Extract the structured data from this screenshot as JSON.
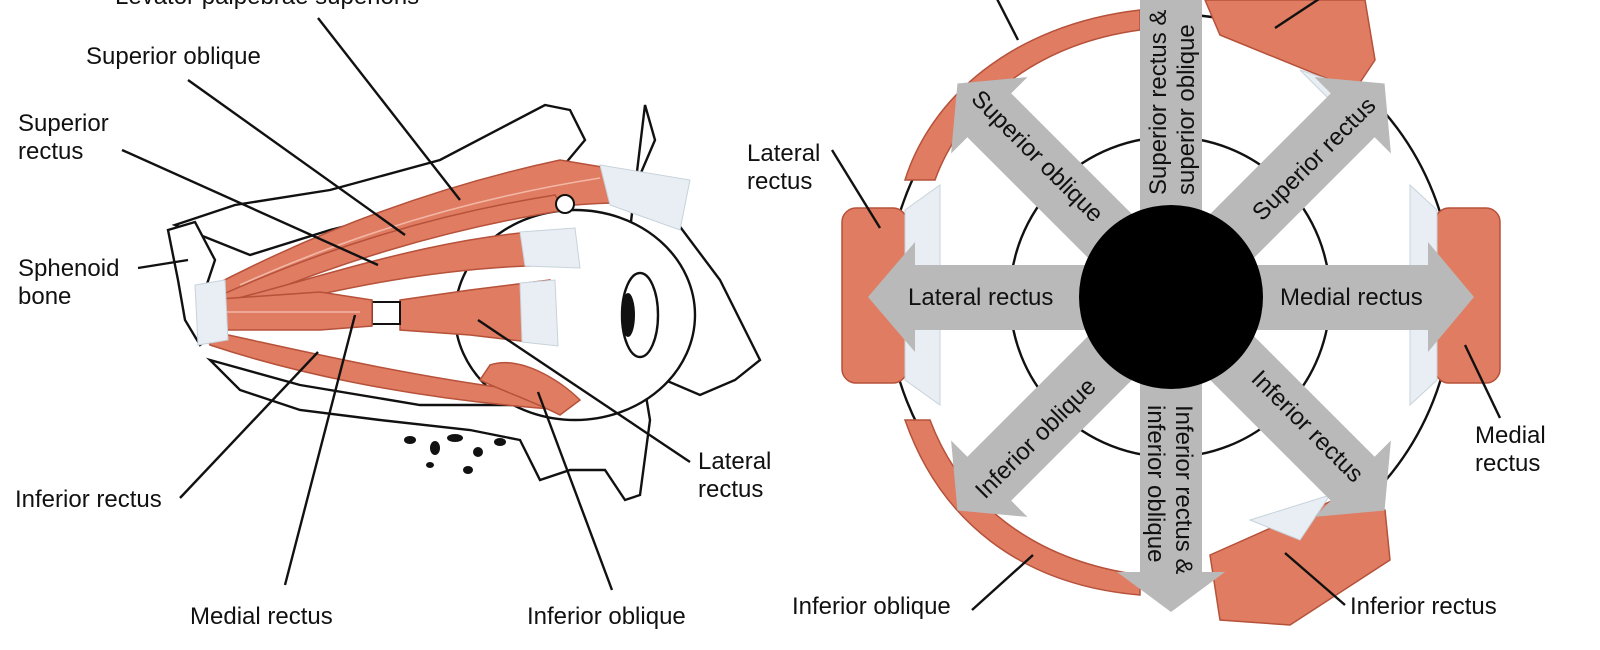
{
  "left_labels": {
    "levator": "Levator palpebrae superioris",
    "superior_oblique": "Superior oblique",
    "superior_rectus_1": "Superior",
    "superior_rectus_2": "rectus",
    "sphenoid_1": "Sphenoid",
    "sphenoid_2": "bone",
    "inferior_rectus": "Inferior rectus",
    "medial_rectus": "Medial rectus",
    "inferior_oblique": "Inferior oblique",
    "lateral_rectus_1": "Lateral",
    "lateral_rectus_2": "rectus"
  },
  "right_labels": {
    "lateral_rectus_1": "Lateral",
    "lateral_rectus_2": "rectus",
    "medial_rectus_1": "Medial",
    "medial_rectus_2": "rectus",
    "inferior_oblique": "Inferior oblique",
    "inferior_rectus": "Inferior rectus"
  },
  "arrows": {
    "up_1": "Superior rectus &",
    "up_2": "superior oblique",
    "down_1": "Inferior rectus &",
    "down_2": "inferior oblique",
    "left": "Lateral rectus",
    "right": "Medial rectus",
    "up_left": "Superior oblique",
    "up_right": "Superior rectus",
    "down_left": "Inferior oblique",
    "down_right": "Inferior rectus"
  },
  "colors": {
    "muscle": "#e07c62",
    "arrow": "#b9b9b9",
    "pupil": "#000000"
  }
}
